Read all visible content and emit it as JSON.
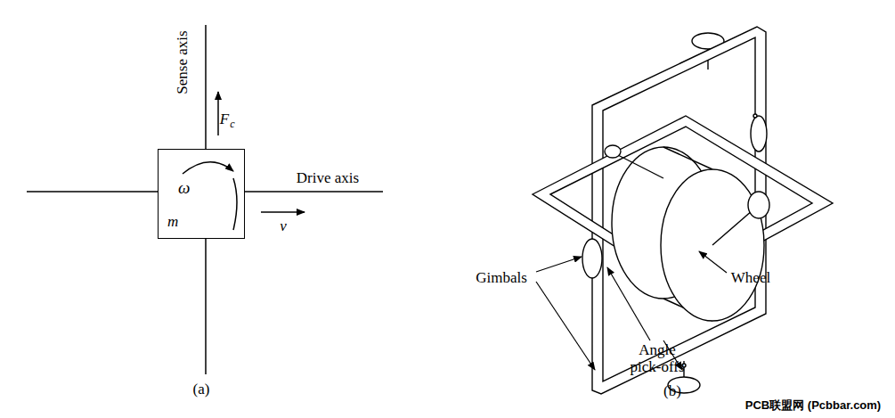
{
  "diagram": {
    "nodes": [
      {
        "text": [
          "ω",
          "m"
        ]
      }
    ],
    "labels": [
      "Sense axis",
      "F",
      "c",
      "Drive axis",
      "v",
      "(a)",
      "Gimbals",
      "Wheel",
      "Angle pick-offs",
      "(b)",
      "PCB联盟网 (Pcbbar.com)"
    ]
  }
}
